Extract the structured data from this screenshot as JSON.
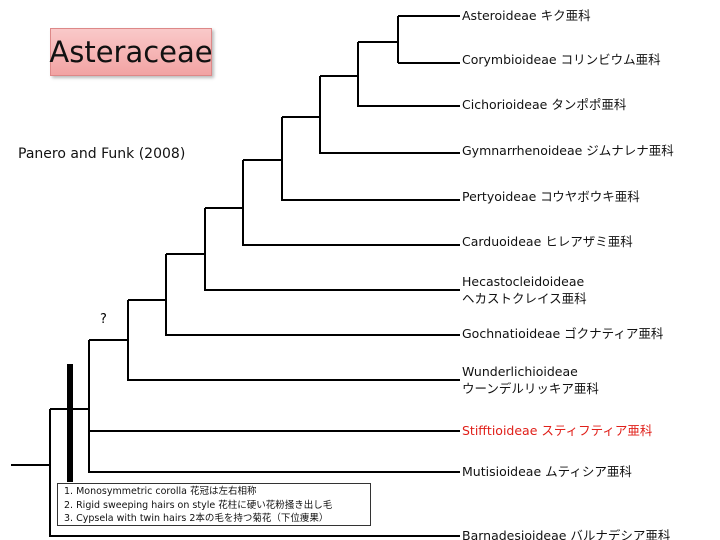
{
  "title": "Asteraceae",
  "reference": "Panero and Funk (2008)",
  "uncertain_mark": "?",
  "taxa": [
    {
      "name": "Asteroideae キク亜科"
    },
    {
      "name": "Corymbioideae コリンビウム亜科"
    },
    {
      "name": "Cichorioideae タンポポ亜科"
    },
    {
      "name": "Gymnarrhenoideae ジムナレナ亜科"
    },
    {
      "name": "Pertyoideae コウヤボウキ亜科"
    },
    {
      "name": "Carduoideae ヒレアザミ亜科"
    },
    {
      "name": "Hecastocleidoideae",
      "name2": "ヘカストクレイス亜科"
    },
    {
      "name": "Gochnatioideae ゴクナティア亜科"
    },
    {
      "name": "Wunderlichioideae",
      "name2": "ウーンデルリッキア亜科"
    },
    {
      "name": "Stifftioideae スティフティア亜科"
    },
    {
      "name": "Mutisioideae ムティシア亜科"
    },
    {
      "name": "Barnadesioideae バルナデシア亜科"
    }
  ],
  "highlight_color": "#e0201a",
  "characters": [
    "1. Monosymmetric corolla 花冠は左右相称",
    "2. Rigid sweeping hairs on style 花柱に硬い花粉掻き出し毛",
    "3. Cypsela with twin hairs 2本の毛を持つ菊花（下位痩果）"
  ]
}
